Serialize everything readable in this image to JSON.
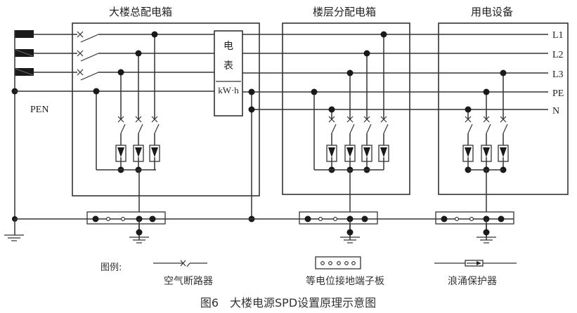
{
  "boxes": {
    "main": "大楼总配电箱",
    "floor": "楼层分配电箱",
    "equipment": "用电设备"
  },
  "lines": {
    "l1": "L1",
    "l2": "L2",
    "l3": "L3",
    "pe": "PE",
    "n": "N",
    "pen": "PEN"
  },
  "meter": {
    "line1": "电",
    "line2": "表",
    "unit": "kW·h"
  },
  "legend": {
    "title": "图例:",
    "breaker": "空气断路器",
    "terminal_board": "等电位接地端子板",
    "spd": "浪涌保护器"
  },
  "caption": "图6　大楼电源SPD设置原理示意图"
}
